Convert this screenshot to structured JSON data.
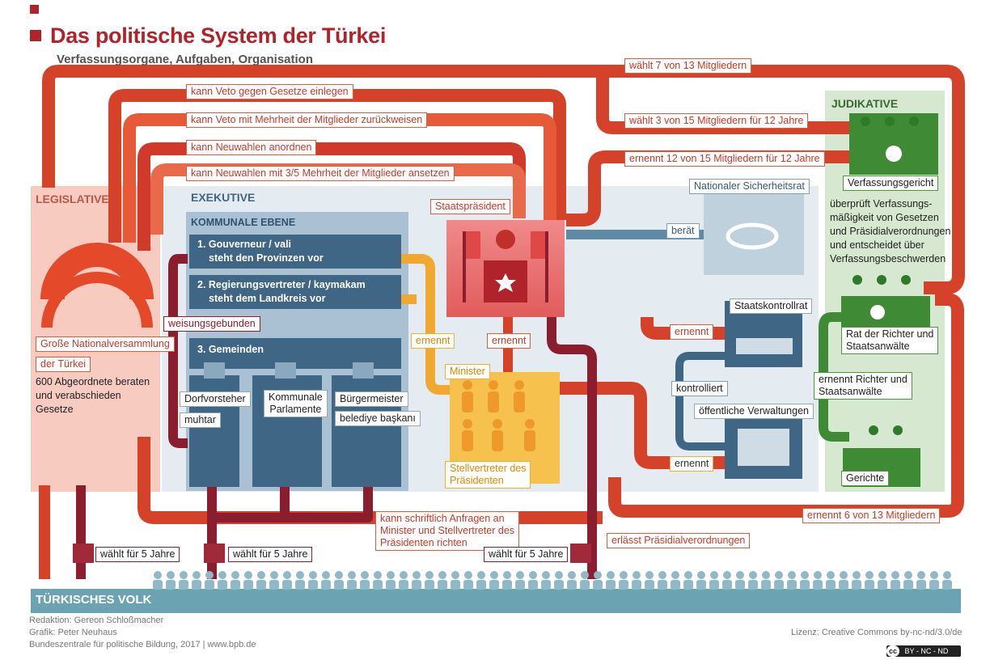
{
  "header": {
    "title": "Das politische System der Türkei",
    "subtitle": "Verfassungsorgane, Aufgaben, Organisation"
  },
  "sections": {
    "legislative": "LEGISLATIVE",
    "exekutive": "EXEKUTIVE",
    "kommunale_ebene": "KOMMUNALE EBENE",
    "judikative": "JUDIKATIVE",
    "volk": "TÜRKISCHES VOLK"
  },
  "legislative": {
    "name_line1": "Große Nationalversammlung",
    "name_line2": "der Türkei",
    "desc_line1": "600 Abgeordnete beraten",
    "desc_line2": "und verabschieden",
    "desc_line3": "Gesetze"
  },
  "kommunal": {
    "item1_line1": "1. Gouverneur / vali",
    "item1_line2": "steht den Provinzen vor",
    "item2_line1": "2. Regierungsvertreter / kaymakam",
    "item2_line2": "steht dem Landkreis vor",
    "item3": "3. Gemeinden",
    "dorf": "Dorfvorsteher",
    "muhtar": "muhtar",
    "parl_line1": "Kommunale",
    "parl_line2": "Parlamente",
    "buerger": "Bürgermeister",
    "belediye": "belediye başkanı"
  },
  "exekutive": {
    "praesident": "Staatspräsident",
    "minister": "Minister",
    "stellv_line1": "Stellvertreter des",
    "stellv_line2": "Präsidenten",
    "sicherheitsrat": "Nationaler Sicherheitsrat",
    "kontrollrat": "Staatskontrollrat",
    "verwaltungen": "öffentliche Verwaltungen"
  },
  "judikative": {
    "gericht": "Verfassungsgericht",
    "desc_line1": "überprüft Verfassungs-",
    "desc_line2": "mäßigkeit von Gesetzen",
    "desc_line3": "und Präsidialverordnungen",
    "desc_line4": "und entscheidet über",
    "desc_line5": "Verfassungsbeschwerden",
    "rat_line1": "Rat der Richter und",
    "rat_line2": "Staatsanwälte",
    "ernennt_line1": "ernennt Richter und",
    "ernennt_line2": "Staatsanwälte",
    "gerichte": "Gerichte"
  },
  "arrows": {
    "waehlt7": "wählt 7 von 13 Mitgliedern",
    "veto": "kann Veto gegen Gesetze einlegen",
    "veto_mehrheit": "kann Veto mit Mehrheit der Mitglieder zurückweisen",
    "neuwahlen": "kann Neuwahlen anordnen",
    "neuwahlen35": "kann Neuwahlen mit 3/5 Mehrheit der Mitglieder ansetzen",
    "waehlt3": "wählt 3 von 15 Mitgliedern für 12 Jahre",
    "ernennt12": "ernennt 12 von 15 Mitgliedern für 12 Jahre",
    "beraet": "berät",
    "ernennt_a": "ernennt",
    "ernennt_b": "ernennt",
    "ernennt_c": "ernennt",
    "ernennt_d": "ernennt",
    "kontrolliert": "kontrolliert",
    "weisungsgebunden": "weisungsgebunden",
    "anfragen_line1": "kann schriftlich Anfragen an",
    "anfragen_line2": "Minister und Stellvertreter des",
    "anfragen_line3": "Präsidenten richten",
    "erlaesst": "erlässt Präsidialverordnungen",
    "ernennt6": "ernennt 6 von 13 Mitgliedern",
    "waehlt5_a": "wählt für 5 Jahre",
    "waehlt5_b": "wählt für 5 Jahre",
    "waehlt5_c": "wählt für 5 Jahre"
  },
  "footer": {
    "line1": "Redaktion: Gereon Schloßmacher",
    "line2": "Grafik: Peter Neuhaus",
    "line3": "Bundeszentrale für politische Bildung, 2017 | www.bpb.de",
    "lizenz": "Lizenz: Creative Commons by-nc-nd/3.0/de",
    "cc_badge": "BY - NC - ND",
    "cc_mark": "cc"
  },
  "colors": {
    "title_red": "#b0232a",
    "arrow_red": "#d4422a",
    "maroon": "#8b1e2e",
    "orange": "#f0a830",
    "legislative_bg": "#f6c9bd",
    "exekutive_bg": "#e6edf2",
    "kommunal_bg": "#a9c1d3",
    "judikative_bg": "#d8e9d2",
    "blue_box": "#3f6685",
    "green": "#3e8a35",
    "volk_teal": "#6ba3b3"
  }
}
